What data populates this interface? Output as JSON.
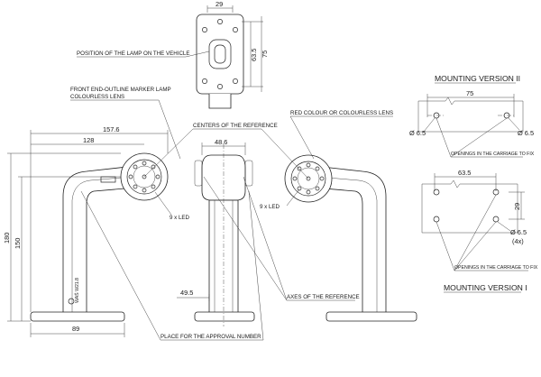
{
  "labels": {
    "position": "POSITION OF THE LAMP ON THE VEHICLE",
    "front_marker_1": "FRONT END-OUTLINE MARKER LAMP",
    "front_marker_2": "COLOURLESS LENS",
    "centers": "CENTERS OF THE REFERENCE",
    "red_colour": "RED COLOUR OR COLOURLESS LENS",
    "led_left": "9 x LED",
    "led_right": "9 x LED",
    "axes": "AXES OF THE REFERENCE",
    "approval": "PLACE FOR THE APPROVAL NUMBER",
    "mount_v2": "MOUNTING VERSION II",
    "mount_v1": "MOUNTING VERSION I",
    "openings_1": "OPENINGS IN THE CARRIAGE TO FIX",
    "openings_2": "OPENINGS IN THE CARRIAGE TO FIX",
    "stamp_brand": "WAŚ",
    "stamp_code": "W21.8"
  },
  "dimensions": {
    "top_width": "29",
    "top_h1": "63.5",
    "top_h2": "75",
    "d157": "157.6",
    "d128": "128",
    "d180": "180",
    "d150": "150",
    "d89": "89",
    "d48": "48.6",
    "d49": "49.5",
    "v2_width": "75",
    "v2_hole_l": "Ø 6.5",
    "v2_hole_r": "Ø 6.5",
    "v1_width": "63.5",
    "v1_height": "29",
    "v1_hole": "Ø 6.5",
    "v1_count": "(4x)"
  }
}
